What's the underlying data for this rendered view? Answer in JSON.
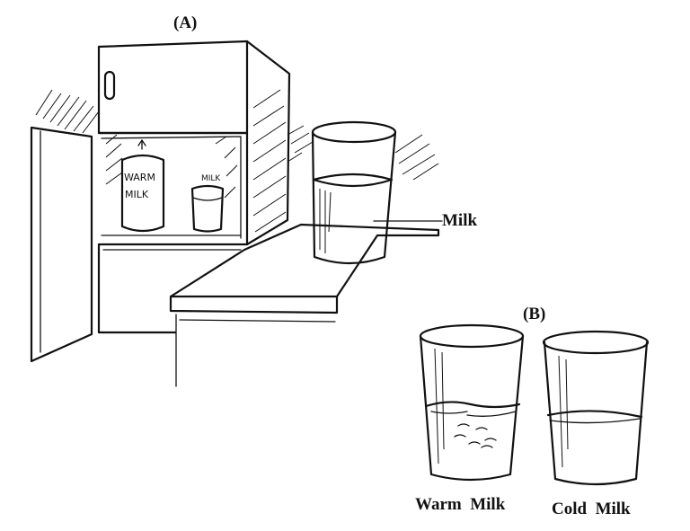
{
  "panel_a": {
    "label": "(A)",
    "carton_text_line1": "WARM",
    "carton_text_line2": "MILK",
    "small_glass_text": "MILK",
    "milk_pointer_label": "Milk"
  },
  "panel_b": {
    "label": "(B)",
    "warm_glass_caption": "Warm  Milk",
    "cold_glass_caption": "Cold  Milk"
  }
}
